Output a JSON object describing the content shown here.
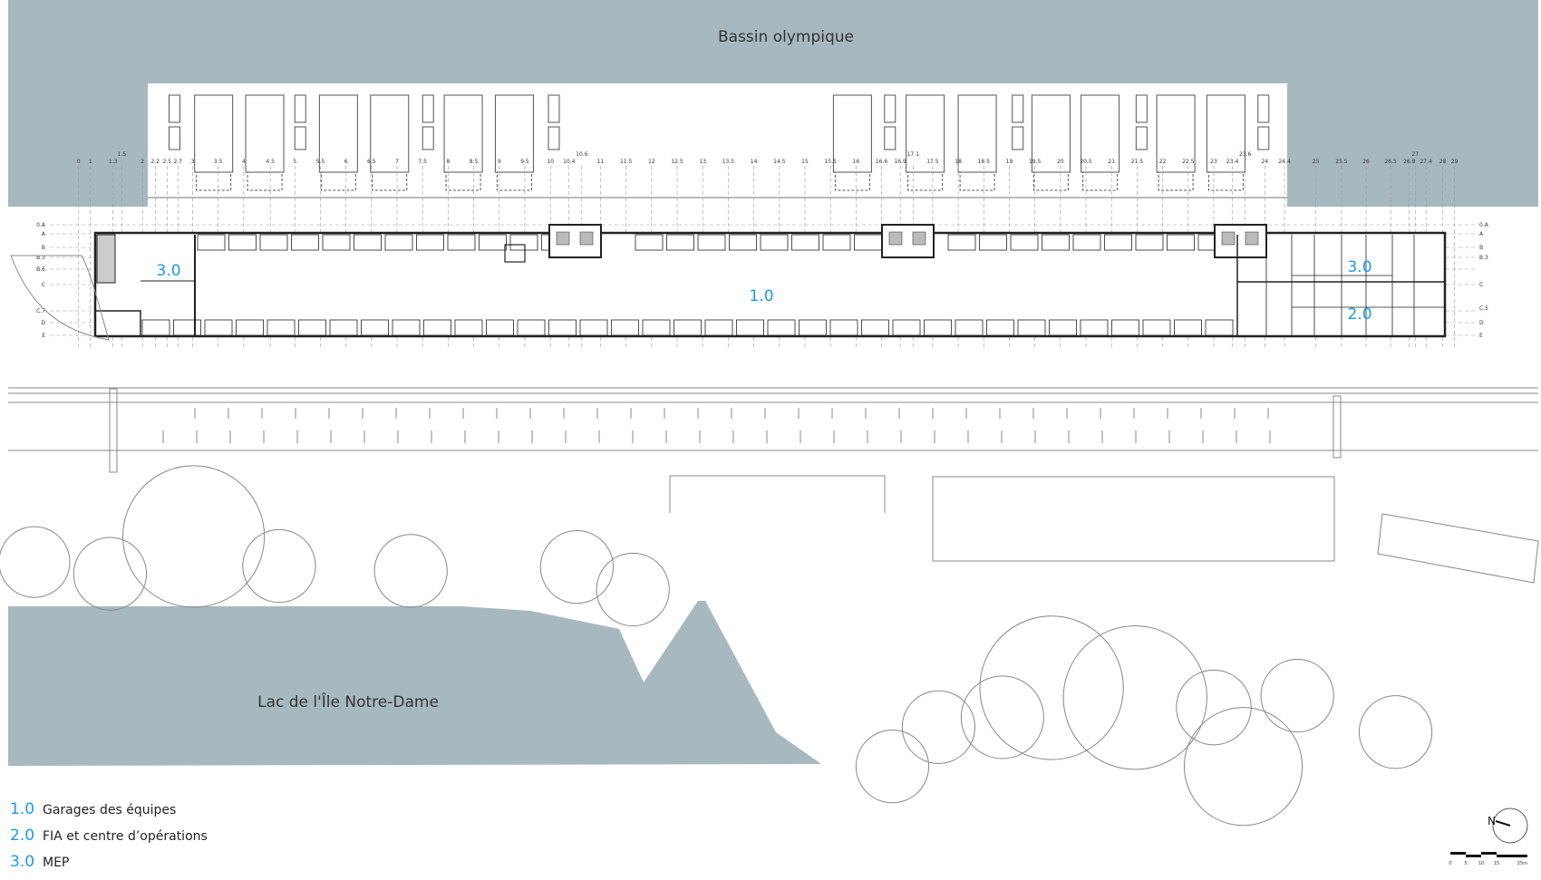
{
  "labels": {
    "basin": "Bassin olympique",
    "lake": "Lac de l'Île Notre-Dame"
  },
  "zones": {
    "garages": "1.0",
    "mep_left": "3.0",
    "mep_right": "3.0",
    "fia": "2.0"
  },
  "grid": {
    "columns": [
      "0",
      "1",
      "1.3",
      "1.5",
      "2",
      "2.2",
      "2.5",
      "2.7",
      "3",
      "3.5",
      "4",
      "4.5",
      "5",
      "5.5",
      "6",
      "6.5",
      "7",
      "7.5",
      "8",
      "8.5",
      "9",
      "9.5",
      "10",
      "10.4",
      "10.6",
      "11",
      "11.5",
      "12",
      "12.5",
      "13",
      "13.5",
      "14",
      "14.5",
      "15",
      "15.5",
      "16",
      "16.6",
      "16.9",
      "17.1",
      "17.5",
      "18",
      "18.5",
      "19",
      "19.5",
      "20",
      "20.5",
      "21",
      "21.5",
      "22",
      "22.5",
      "23",
      "23.4",
      "23.6",
      "24",
      "24.4",
      "25",
      "25.5",
      "26",
      "26.5",
      "26.8",
      "27",
      "27.4",
      "28",
      "29"
    ],
    "rows": [
      "0.A",
      "A",
      "B",
      "B.3",
      "B.6",
      "C",
      "C.7",
      "D",
      "E"
    ],
    "rows_right": [
      "0.A",
      "A",
      "B",
      "B.3",
      "C",
      "C.5",
      "D",
      "E"
    ]
  },
  "legend": [
    {
      "code": "1.0",
      "label": "Garages des équipes"
    },
    {
      "code": "2.0",
      "label": "FIA et centre d’opérations"
    },
    {
      "code": "3.0",
      "label": "MEP"
    }
  ],
  "north": {
    "label": "N"
  },
  "scale": {
    "ticks": [
      "0",
      "5",
      "10",
      "15",
      "25m"
    ]
  },
  "colors": {
    "water": "#a7b8bf",
    "zone_label": "#1a9be6",
    "line": "#333333"
  }
}
